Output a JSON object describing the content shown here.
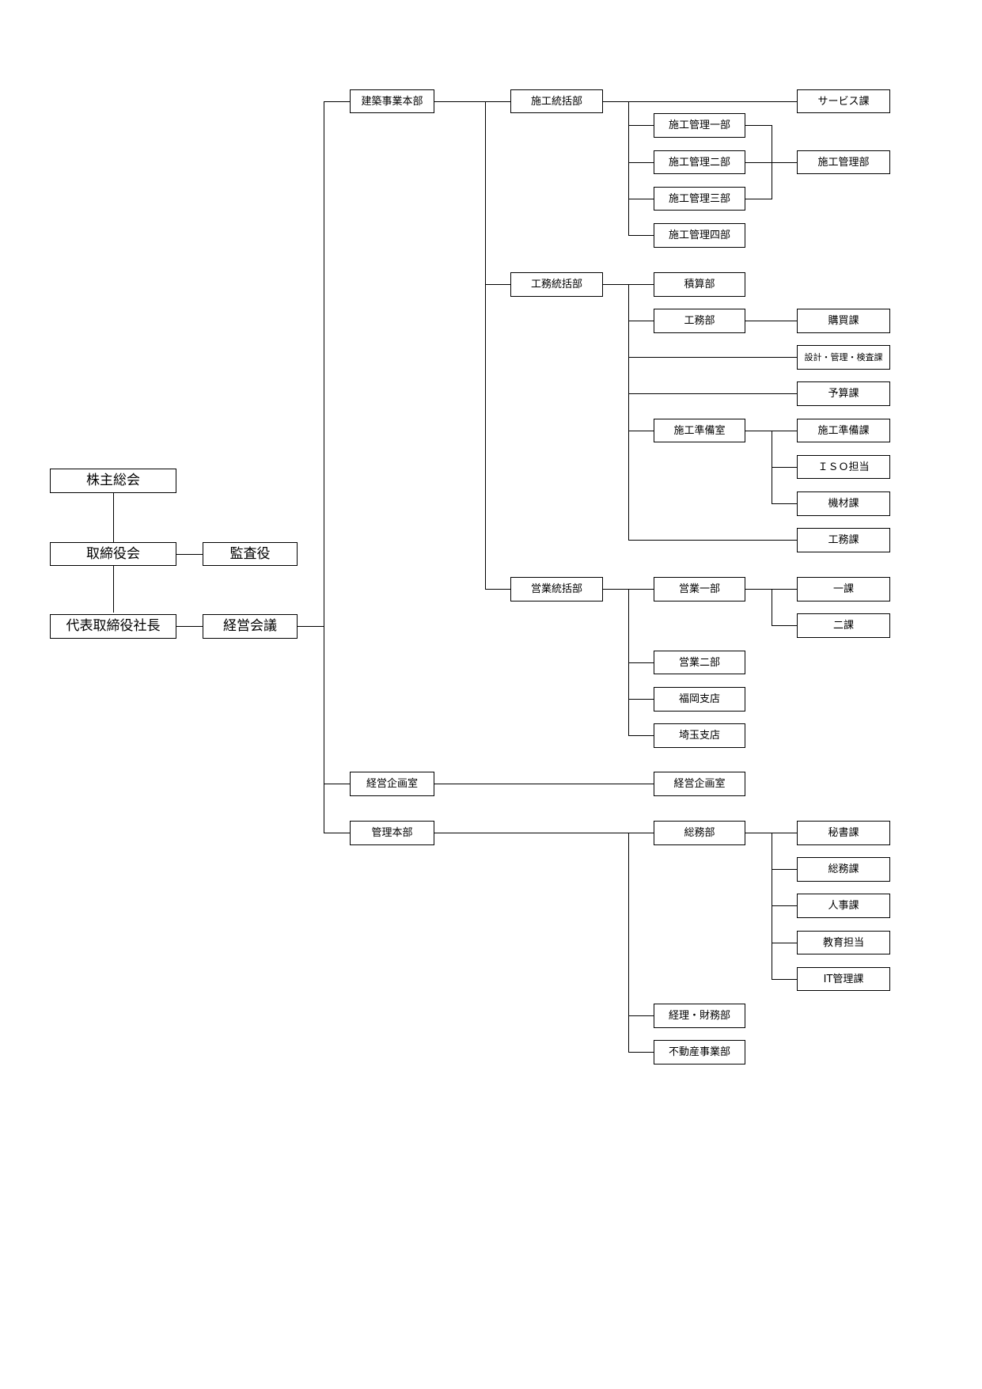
{
  "org": {
    "shareholders_meeting": "株主総会",
    "board": "取締役会",
    "auditor": "監査役",
    "president": "代表取締役社長",
    "management_meeting": "経営会議",
    "construction_hq": {
      "label": "建築事業本部",
      "construction_control": {
        "label": "施工統括部",
        "service_section": "サービス課",
        "mgmt_dept_1": "施工管理一部",
        "mgmt_dept_2": "施工管理二部",
        "mgmt_dept_3": "施工管理三部",
        "mgmt_dept_4": "施工管理四部",
        "mgmt_dept": "施工管理部"
      },
      "engineering_control": {
        "label": "工務統括部",
        "estimating_dept": "積算部",
        "engineering_dept": "工務部",
        "purchasing_section": "購買課",
        "design_section": "設計・管理・検査課",
        "budget_section": "予算課",
        "prep_office": "施工準備室",
        "prep_section": "施工準備課",
        "iso": "ＩＳＯ担当",
        "equipment_section": "機材課",
        "engineering_section": "工務課"
      },
      "sales_control": {
        "label": "営業統括部",
        "sales_dept_1": "営業一部",
        "section_1": "一課",
        "section_2": "二課",
        "sales_dept_2": "営業二部",
        "fukuoka_branch": "福岡支店",
        "saitama_branch": "埼玉支店"
      }
    },
    "planning_office": {
      "label": "経営企画室",
      "child": "経営企画室"
    },
    "admin_hq": {
      "label": "管理本部",
      "general_affairs": {
        "label": "総務部",
        "secretary_section": "秘書課",
        "general_section": "総務課",
        "hr_section": "人事課",
        "education": "教育担当",
        "it_section": "IT管理課"
      },
      "finance_dept": "経理・財務部",
      "real_estate_dept": "不動産事業部"
    }
  }
}
